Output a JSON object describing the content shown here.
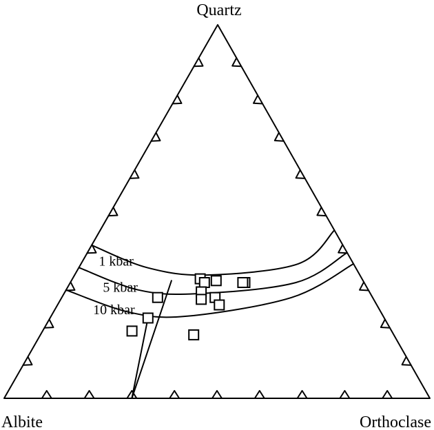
{
  "chart_data": {
    "type": "ternary",
    "vertices": {
      "top": "Quartz",
      "left": "Albite",
      "right": "Orthoclase"
    },
    "tick_fractions": [
      0.1,
      0.2,
      0.3,
      0.4,
      0.5,
      0.6,
      0.7,
      0.8,
      0.9
    ],
    "isobars": [
      {
        "label": "1 kbar",
        "label_at": {
          "q": 0.355,
          "ab": 0.56,
          "or": 0.085
        },
        "points": [
          {
            "q": 0.41,
            "ab": 0.59,
            "or": 0.0
          },
          {
            "q": 0.35,
            "ab": 0.49,
            "or": 0.16
          },
          {
            "q": 0.33,
            "ab": 0.36,
            "or": 0.31
          },
          {
            "q": 0.36,
            "ab": 0.13,
            "or": 0.51
          },
          {
            "q": 0.45,
            "ab": 0.0,
            "or": 0.55
          }
        ]
      },
      {
        "label": "5 kbar",
        "label_at": {
          "q": 0.285,
          "ab": 0.585,
          "or": 0.13
        },
        "points": [
          {
            "q": 0.35,
            "ab": 0.65,
            "or": 0.0
          },
          {
            "q": 0.29,
            "ab": 0.54,
            "or": 0.17
          },
          {
            "q": 0.28,
            "ab": 0.41,
            "or": 0.31
          },
          {
            "q": 0.31,
            "ab": 0.16,
            "or": 0.53
          },
          {
            "q": 0.39,
            "ab": 0.0,
            "or": 0.61
          }
        ]
      },
      {
        "label": "10 kbar",
        "label_at": {
          "q": 0.225,
          "ab": 0.63,
          "or": 0.145
        },
        "points": [
          {
            "q": 0.29,
            "ab": 0.71,
            "or": 0.0
          },
          {
            "q": 0.23,
            "ab": 0.59,
            "or": 0.18
          },
          {
            "q": 0.22,
            "ab": 0.46,
            "or": 0.32
          },
          {
            "q": 0.27,
            "ab": 0.19,
            "or": 0.54
          },
          {
            "q": 0.36,
            "ab": 0.0,
            "or": 0.64
          }
        ]
      }
    ],
    "tie_lines": [
      {
        "from": {
          "q": 0.0,
          "ab": 0.7,
          "or": 0.3
        },
        "to": {
          "q": 0.315,
          "ab": 0.45,
          "or": 0.235
        }
      },
      {
        "from": {
          "q": 0.0,
          "ab": 0.7,
          "or": 0.3
        },
        "to": {
          "q": 0.215,
          "ab": 0.555,
          "or": 0.23
        }
      }
    ],
    "samples": [
      {
        "q": 0.32,
        "ab": 0.38,
        "or": 0.3
      },
      {
        "q": 0.31,
        "ab": 0.375,
        "or": 0.315
      },
      {
        "q": 0.315,
        "ab": 0.345,
        "or": 0.34
      },
      {
        "q": 0.31,
        "ab": 0.28,
        "or": 0.41
      },
      {
        "q": 0.31,
        "ab": 0.285,
        "or": 0.405
      },
      {
        "q": 0.285,
        "ab": 0.395,
        "or": 0.32
      },
      {
        "q": 0.265,
        "ab": 0.405,
        "or": 0.33
      },
      {
        "q": 0.27,
        "ab": 0.37,
        "or": 0.36
      },
      {
        "q": 0.25,
        "ab": 0.37,
        "or": 0.38
      },
      {
        "q": 0.27,
        "ab": 0.505,
        "or": 0.225
      },
      {
        "q": 0.215,
        "ab": 0.555,
        "or": 0.23
      },
      {
        "q": 0.18,
        "ab": 0.61,
        "or": 0.21
      },
      {
        "q": 0.17,
        "ab": 0.47,
        "or": 0.36
      }
    ]
  }
}
